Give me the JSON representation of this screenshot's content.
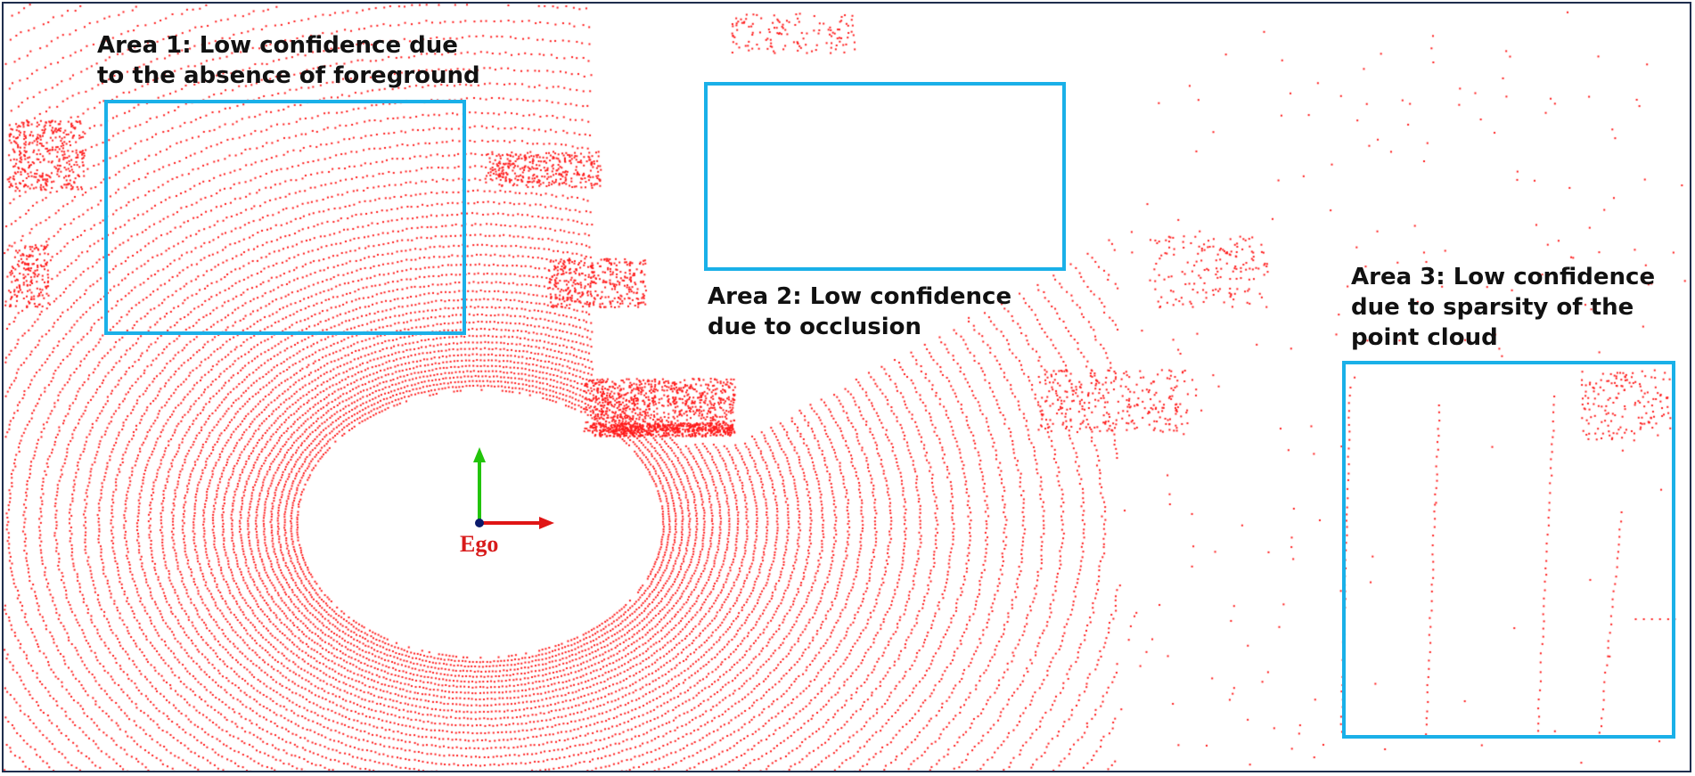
{
  "figure": {
    "colors": {
      "points": "#ff1a1a",
      "box": "#1ab0e8",
      "frame": "#1f2d4d",
      "axis_x": "#e01515",
      "axis_y": "#22c40a",
      "origin": "#0b1a6b"
    }
  },
  "areas": [
    {
      "label": "Area 1: Low confidence due\nto the absence of foreground"
    },
    {
      "label": "Area 2: Low confidence\ndue to occlusion"
    },
    {
      "label": "Area 3: Low confidence\ndue to sparsity of the\npoint cloud"
    }
  ],
  "ego": {
    "label": "Ego"
  }
}
